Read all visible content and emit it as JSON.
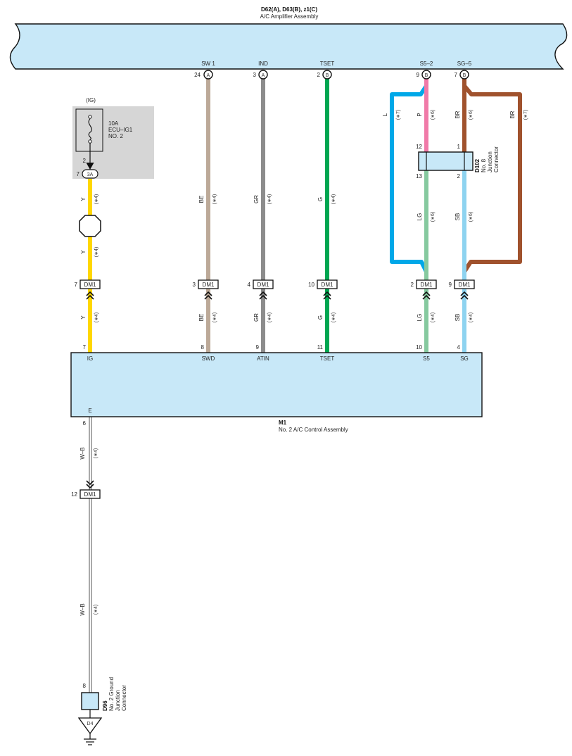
{
  "amplifier": {
    "ids": "D62(A), D63(B), z1(C)",
    "name": "A/C Amplifier Assembly",
    "pins": [
      {
        "name": "SW 1",
        "num": "24",
        "conn": "A"
      },
      {
        "name": "IND",
        "num": "3",
        "conn": "A"
      },
      {
        "name": "TSET",
        "num": "2",
        "conn": "B"
      },
      {
        "name": "S5–2",
        "num": "9",
        "conn": "B"
      },
      {
        "name": "SG–5",
        "num": "7",
        "conn": "B"
      }
    ]
  },
  "fuse": {
    "ig": "(IG)",
    "rating": "10A",
    "name1": "ECU–IG1",
    "name2": "NO. 2",
    "pin": "2",
    "jc_pin": "7",
    "jc": "3A"
  },
  "wires": {
    "w1_top": {
      "color": "Y",
      "note": "(∗4)"
    },
    "w1_mid": {
      "color": "Y",
      "note": "(∗4)"
    },
    "w1_bot": {
      "color": "Y",
      "note": "(∗4)"
    },
    "w2_top": {
      "color": "BE",
      "note": "(∗4)"
    },
    "w2_bot": {
      "color": "BE",
      "note": "(∗4)"
    },
    "w3_top": {
      "color": "GR",
      "note": "(∗4)"
    },
    "w3_bot": {
      "color": "GR",
      "note": "(∗4)"
    },
    "w4_top": {
      "color": "G",
      "note": "(∗4)"
    },
    "w4_bot": {
      "color": "G",
      "note": "(∗4)"
    },
    "wl": {
      "color": "L",
      "note": "(∗7)"
    },
    "w5_top": {
      "color": "P",
      "note": "(∗6)"
    },
    "w5_mid": {
      "color": "LG",
      "note": "(∗6)"
    },
    "w5_bot": {
      "color": "LG",
      "note": "(∗4)"
    },
    "w6_top": {
      "color": "BR",
      "note": "(∗6)"
    },
    "wbr": {
      "color": "BR",
      "note": "(∗7)"
    },
    "w6_mid": {
      "color": "SB",
      "note": "(∗6)"
    },
    "w6_bot": {
      "color": "SB",
      "note": "(∗4)"
    },
    "wg1": {
      "color": "W–B",
      "note": "(∗4)"
    },
    "wg2": {
      "color": "W–B",
      "note": "(∗4)"
    }
  },
  "dm1": {
    "label": "DM1",
    "pins": [
      "7",
      "3",
      "4",
      "10",
      "2",
      "9"
    ],
    "ground_pin": "12"
  },
  "junction_d102": {
    "id": "D102",
    "line1": "No. 8",
    "line2": "Junction",
    "line3": "Connector",
    "pins": [
      "12",
      "1",
      "13",
      "2"
    ]
  },
  "control": {
    "id": "M1",
    "name": "No. 2 A/C Control Assembly",
    "pins": [
      {
        "num": "7",
        "name": "IG"
      },
      {
        "num": "8",
        "name": "SWD"
      },
      {
        "num": "9",
        "name": "ATIN"
      },
      {
        "num": "11",
        "name": "TSET"
      },
      {
        "num": "10",
        "name": "S5"
      },
      {
        "num": "4",
        "name": "SG"
      }
    ],
    "ground_name": "E",
    "ground_pin": "6"
  },
  "junction_d96": {
    "id": "D96",
    "line1": "No. 2 Ground",
    "line2": "Junction",
    "line3": "Connector",
    "pin": "8"
  },
  "ground": {
    "id": "D4"
  },
  "colors": {
    "Y": "#ffd700",
    "BE": "#bca998",
    "GR": "#8c8c8c",
    "G": "#00a651",
    "L": "#00a8e8",
    "P": "#f07aa8",
    "LG": "#86c99f",
    "BR": "#a0522d",
    "SB": "#8ed3f0",
    "assembly_fill": "#c8e8f8",
    "fuse_bg": "#d6d6d6"
  }
}
